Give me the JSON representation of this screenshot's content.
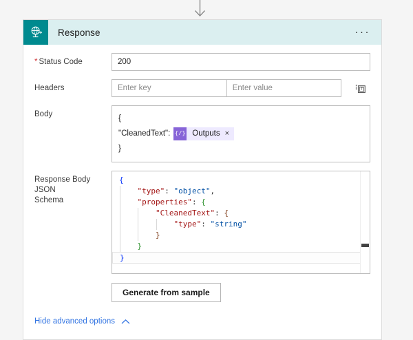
{
  "connector": {
    "icon": "arrow-down-icon",
    "color": "#8a8a8a"
  },
  "card": {
    "header": {
      "icon": "http-response-globe-icon",
      "icon_tile_color": "#008a8f",
      "bar_color": "#dbeff0",
      "title": "Response",
      "menu_icon": "ellipsis-horizontal-icon",
      "menu_label": "···"
    },
    "fields": {
      "status_code": {
        "label": "Status Code",
        "required": true,
        "required_marker": "*",
        "value": "200",
        "placeholder": ""
      },
      "headers": {
        "label": "Headers",
        "key_value": "",
        "key_placeholder": "Enter key",
        "value_value": "",
        "value_placeholder": "Enter value",
        "switch_icon": "switch-to-text-mode-icon"
      },
      "body": {
        "label": "Body",
        "lines": [
          {
            "text": "{",
            "token": null
          },
          {
            "text": "\"CleanedText\":",
            "token": {
              "icon": "{/}",
              "label": "Outputs",
              "remove": "×",
              "icon_bg": "#8764d8",
              "chip_bg": "#eeeaff"
            }
          },
          {
            "text": "}",
            "token": null
          }
        ]
      },
      "schema": {
        "label": "Response Body JSON Schema",
        "label_line1": "Response Body JSON",
        "label_line2": "Schema",
        "code_lines": [
          {
            "indent": 0,
            "tokens": [
              {
                "t": "{",
                "c": "b1"
              }
            ],
            "active": false
          },
          {
            "indent": 1,
            "tokens": [
              {
                "t": "\"type\"",
                "c": "k"
              },
              {
                "t": ": ",
                "c": "p"
              },
              {
                "t": "\"object\"",
                "c": "s"
              },
              {
                "t": ",",
                "c": "p"
              }
            ],
            "active": false
          },
          {
            "indent": 1,
            "tokens": [
              {
                "t": "\"properties\"",
                "c": "k"
              },
              {
                "t": ": ",
                "c": "p"
              },
              {
                "t": "{",
                "c": "b2"
              }
            ],
            "active": false
          },
          {
            "indent": 2,
            "tokens": [
              {
                "t": "\"CleanedText\"",
                "c": "k"
              },
              {
                "t": ": ",
                "c": "p"
              },
              {
                "t": "{",
                "c": "b3"
              }
            ],
            "active": false
          },
          {
            "indent": 3,
            "tokens": [
              {
                "t": "\"type\"",
                "c": "k"
              },
              {
                "t": ": ",
                "c": "p"
              },
              {
                "t": "\"string\"",
                "c": "s"
              }
            ],
            "active": false
          },
          {
            "indent": 2,
            "tokens": [
              {
                "t": "}",
                "c": "b3"
              }
            ],
            "active": false
          },
          {
            "indent": 1,
            "tokens": [
              {
                "t": "}",
                "c": "b2"
              }
            ],
            "active": false
          },
          {
            "indent": 0,
            "tokens": [
              {
                "t": "}",
                "c": "b1"
              }
            ],
            "active": true
          }
        ],
        "scrollbar": {
          "name": "vertical-scrollbar",
          "thumb_color": "#424242"
        }
      }
    },
    "generate_button": {
      "label": "Generate from sample"
    },
    "advanced_options": {
      "label": "Hide advanced options",
      "chevron": "chevron-up-icon",
      "color": "#3073e2"
    }
  }
}
